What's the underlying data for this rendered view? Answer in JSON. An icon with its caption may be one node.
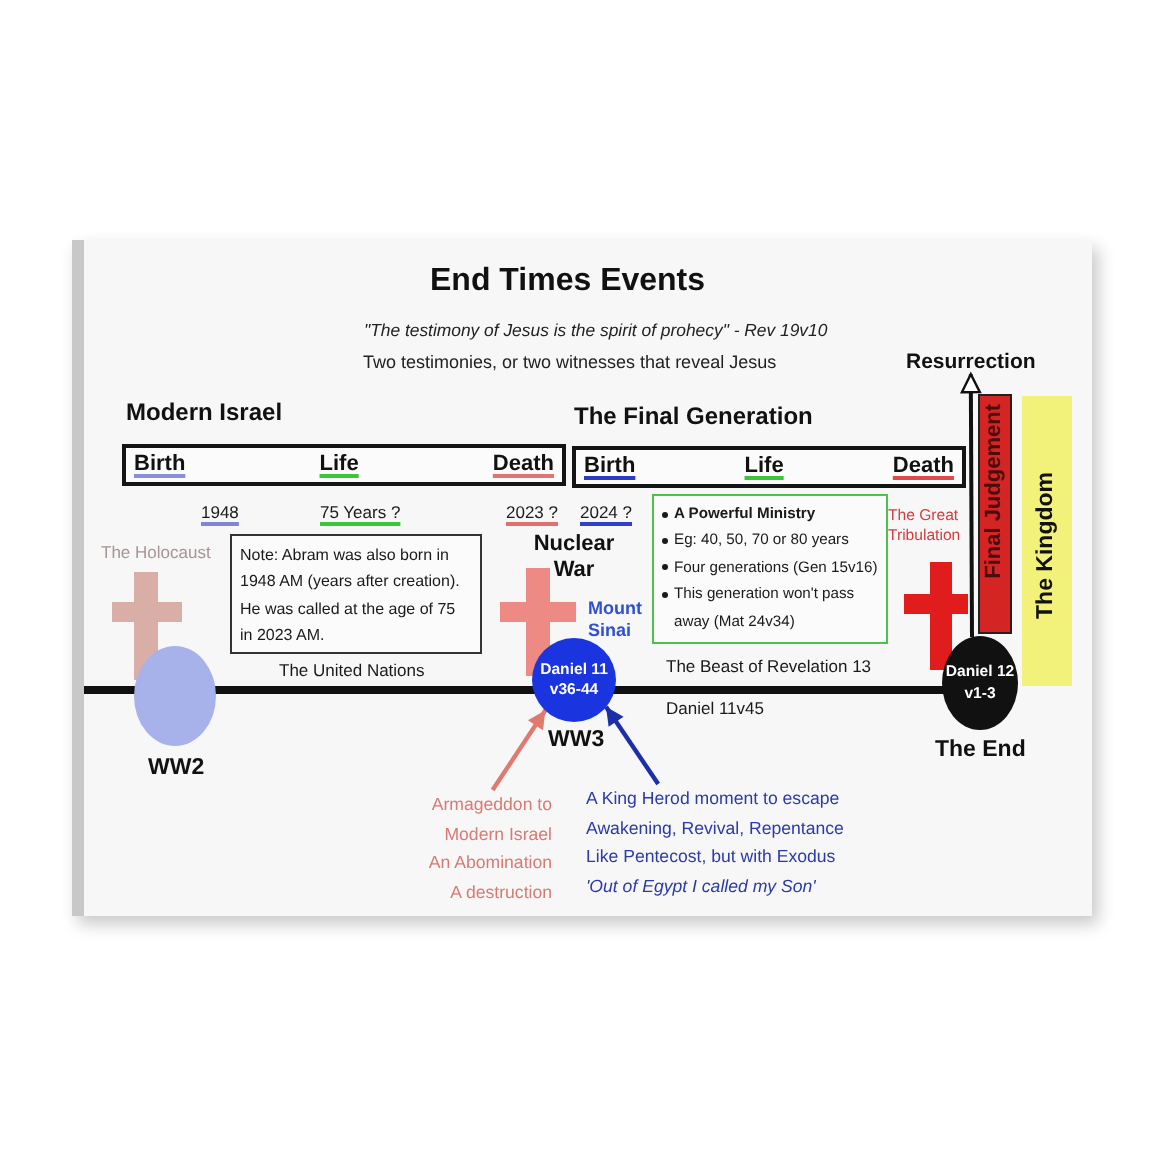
{
  "diagram": {
    "title": "End Times Events",
    "nodes": [
      {
        "text": [
          "Modern Israel",
          "Birth",
          "Life",
          "Death"
        ]
      },
      {
        "text": [
          "The Final Generation",
          "Birth",
          "Life",
          "Death"
        ]
      },
      {
        "text": [
          "Note: Abram was also born in 1948 AM (years after creation). He was called at the age of 75 in 2023 AM."
        ]
      },
      {
        "text": [
          "A Powerful Ministry",
          "Eg: 40, 50, 70 or 80 years",
          "Four generations (Gen 15v16)",
          "This generation won't pass away (Mat 24v34)"
        ]
      },
      {
        "text": [
          "Resurrection"
        ]
      },
      {
        "text": [
          "Final Judgement"
        ]
      },
      {
        "text": [
          "The Kingdom"
        ]
      },
      {
        "text": [],
        "shape": "circle",
        "beside": [
          "WW2"
        ]
      },
      {
        "text": [
          "Daniel 11 v36-44"
        ],
        "beside": [
          "WW3"
        ]
      },
      {
        "text": [
          "Daniel 12 v1-3"
        ],
        "beside": [
          "The End"
        ]
      },
      {
        "text": [
          "Armageddon to Modern Israel",
          "An Abomination",
          "A destruction"
        ]
      },
      {
        "text": [
          "A King Herod moment to escape",
          "Awakening, Revival, Repentance",
          "Like Pentecost, but with Exodus",
          "'Out of Egypt I called my Son'"
        ]
      }
    ],
    "edges": [
      {
        "from": 10,
        "to": 8,
        "arrow": "to",
        "color": "#e07a70"
      },
      {
        "from": 11,
        "to": 8,
        "arrow": "to",
        "color": "#1c2fa8"
      },
      {
        "from": 9,
        "to": 4,
        "arrow": "to",
        "color": "#111111"
      }
    ],
    "labels": [
      "\"The testimony of Jesus is the spirit of prohecy\" - Rev 19v10",
      "Two testimonies, or two witnesses that reveal Jesus",
      "1948",
      "75 Years ?",
      "2023 ?",
      "2024 ?",
      "The Holocaust",
      "Nuclear War",
      "The Great Tribulation",
      "Mount Sinai",
      "The United Nations",
      "The Beast of Revelation 13",
      "Daniel 11v45"
    ]
  }
}
